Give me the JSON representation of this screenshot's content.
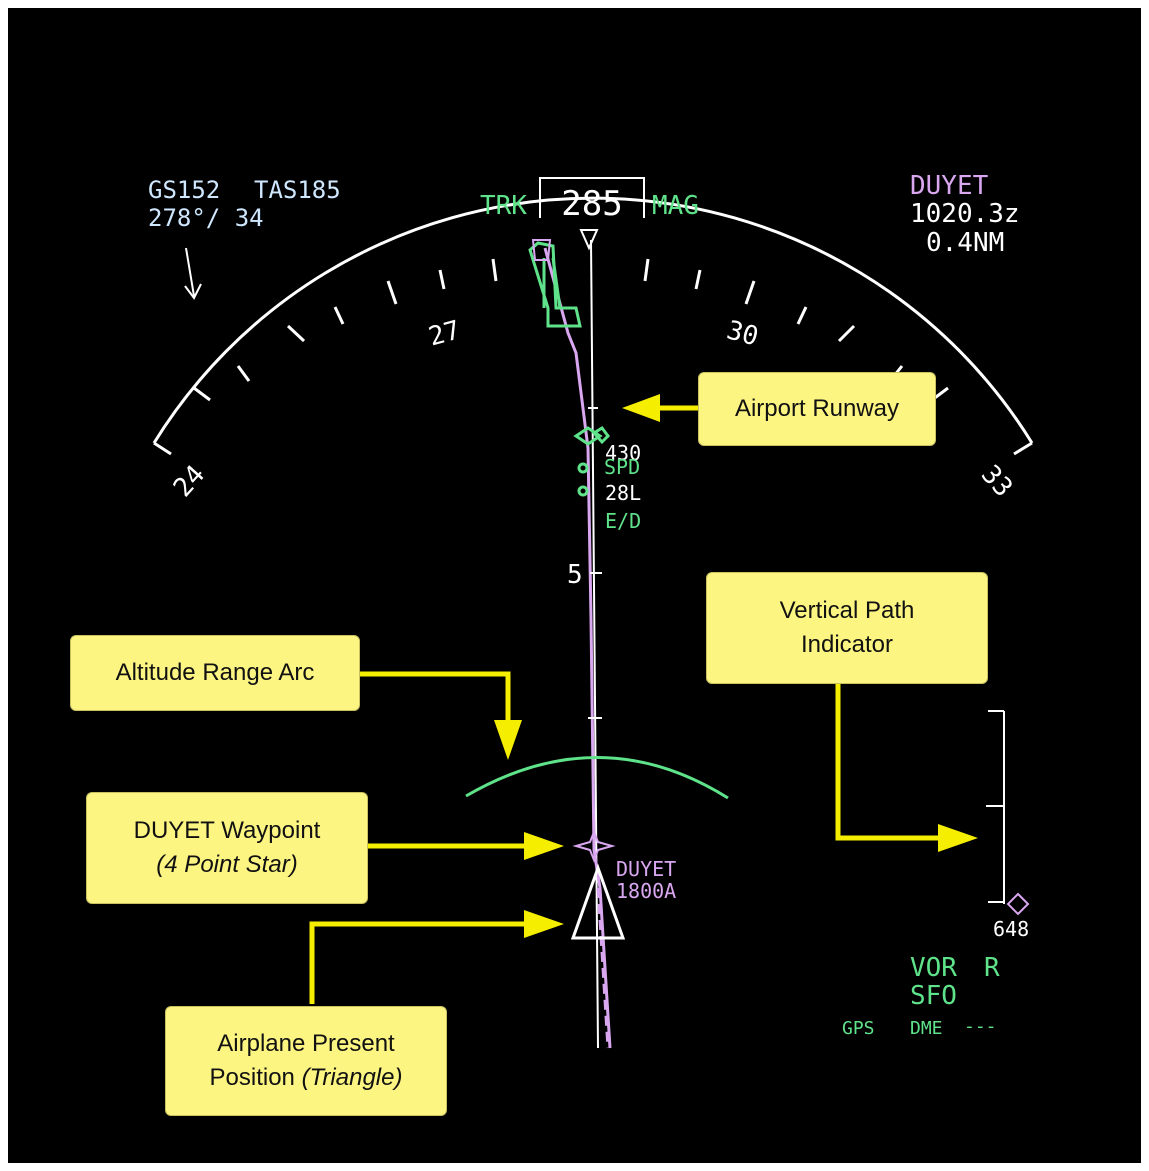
{
  "colors": {
    "background": "#000000",
    "white": "#ffffff",
    "green": "#5fe38a",
    "magenta": "#d9a7f0",
    "cyan": "#cfe8ff",
    "callout_fill": "#fdf582",
    "arrow": "#f5ee00"
  },
  "heading": {
    "trk": "TRK",
    "value": "285",
    "mag": "MAG"
  },
  "wind": {
    "gs": "GS152",
    "tas": "TAS185",
    "dir_speed": "278°/ 34"
  },
  "waypoint_info": {
    "name": "DUYET",
    "eta": "1020.3z",
    "distance": "0.4NM"
  },
  "compass": {
    "labels": [
      "24",
      "27",
      "30",
      "33"
    ]
  },
  "range_mark": "5",
  "runway_labels": {
    "spd": "SPD",
    "alt": "430",
    "runway": "28L",
    "ed": "E/D"
  },
  "duyet_label": {
    "name": "DUYET",
    "alt": "1800A"
  },
  "vertical_path": {
    "value": "648"
  },
  "nav": {
    "vor": "VOR",
    "r": "R",
    "station": "SFO",
    "gps": "GPS",
    "dme": "DME",
    "dashes": "---"
  },
  "callouts": {
    "runway": "Airport Runway",
    "vpi_line1": "Vertical Path",
    "vpi_line2": "Indicator",
    "arc": "Altitude Range Arc",
    "waypoint_line1": "DUYET Waypoint",
    "waypoint_line2": "(4 Point Star)",
    "airplane_line1": "Airplane Present",
    "airplane_line2a": "Position ",
    "airplane_line2b": "(Triangle)"
  }
}
